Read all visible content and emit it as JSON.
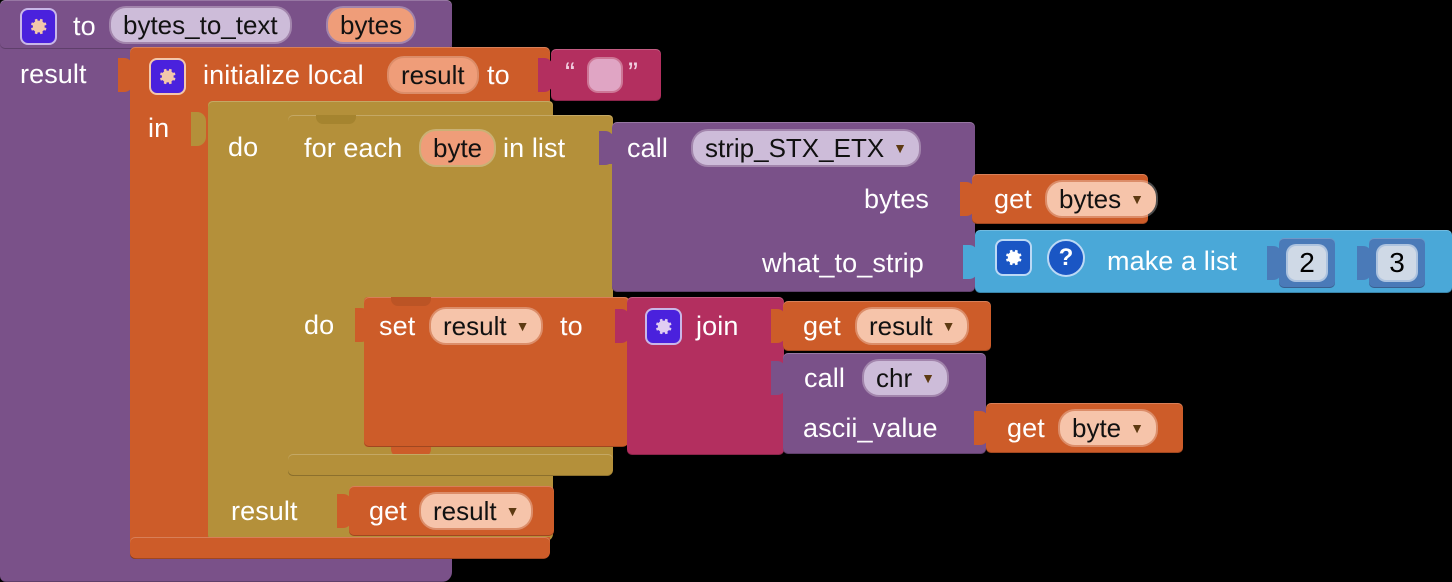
{
  "editor": {
    "name": "blockly-workspace",
    "canvas_background": "#000000"
  },
  "colors": {
    "procedure_purple": "#7a5189",
    "variable_orange": "#cd5c29",
    "control_gold": "#b4903a",
    "text_magenta": "#b32f5f",
    "list_blue": "#4aa8d8",
    "number_blue": "#4a7ab8",
    "field_lilac": "#cdbcd9",
    "field_salmon": "#ef9d79",
    "field_peach": "#f6c4aa",
    "gear_blue": "#4a21dd",
    "help_blue": "#1a56c4"
  },
  "program": {
    "procedure_definition": {
      "mutator_icon": "gear-icon",
      "keyword": "to",
      "name": "bytes_to_text",
      "parameters": [
        "bytes"
      ],
      "return_label": "result"
    },
    "init_local": {
      "mutator_icon": "gear-icon",
      "label": "initialize local",
      "variable": "result",
      "to_label": "to",
      "value": {
        "type": "text",
        "open_quote": "“",
        "close_quote": "”",
        "text": ""
      },
      "in_label": "in"
    },
    "do_label": "do",
    "for_each": {
      "prefix": "for each",
      "loop_variable": "byte",
      "in_list_label": "in list",
      "list_source": {
        "type": "procedure_call",
        "call_label": "call",
        "procedure": "strip_STX_ETX",
        "dropdown_icon": "chevron-down-icon",
        "args": [
          {
            "name": "bytes",
            "value": {
              "type": "get",
              "get_label": "get",
              "variable": "bytes",
              "dropdown_icon": "chevron-down-icon"
            }
          },
          {
            "name": "what_to_strip",
            "value": {
              "type": "make_a_list",
              "mutator_icon": "gear-icon",
              "help_icon": "question-mark-icon",
              "label": "make a list",
              "items": [
                "2",
                "3"
              ]
            }
          }
        ]
      },
      "body_do_label": "do",
      "body": {
        "type": "set_variable",
        "set_label": "set",
        "variable": "result",
        "dropdown_icon": "chevron-down-icon",
        "to_label": "to",
        "value": {
          "type": "join",
          "mutator_icon": "gear-icon",
          "label": "join",
          "operands": [
            {
              "type": "get",
              "get_label": "get",
              "variable": "result",
              "dropdown_icon": "chevron-down-icon"
            },
            {
              "type": "procedure_call",
              "call_label": "call",
              "procedure": "chr",
              "dropdown_icon": "chevron-down-icon",
              "args": [
                {
                  "name": "ascii_value",
                  "value": {
                    "type": "get",
                    "get_label": "get",
                    "variable": "byte",
                    "dropdown_icon": "chevron-down-icon"
                  }
                }
              ]
            }
          ]
        }
      }
    },
    "result_return": {
      "label": "result",
      "value": {
        "type": "get",
        "get_label": "get",
        "variable": "result",
        "dropdown_icon": "chevron-down-icon"
      }
    }
  }
}
